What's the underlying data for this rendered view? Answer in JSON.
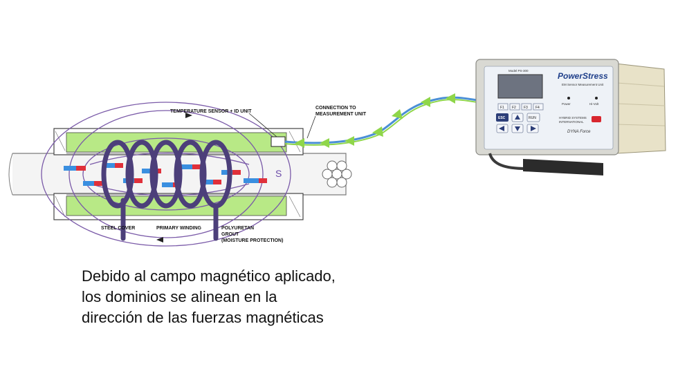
{
  "labels": {
    "temperature_sensor": "TEMPERATURE SENSOR + ID UNIT",
    "connection_line1": "CONNECTION TO",
    "connection_line2": "MEASUREMENT UNIT",
    "steel_cover": "STEEL COVER",
    "primary_winding": "PRIMARY WINDING",
    "polyuretan": "POLYURETAN",
    "grout": "GROUT",
    "moisture": "(MOISTURE PROTECTION)",
    "s_marker": "S"
  },
  "device": {
    "brand": "PowerStress",
    "subtitle": "EM Sensor Measurement Unit",
    "model": "Model PS-300",
    "power": "Power",
    "hi_volt": "Hi-Volt",
    "keys": [
      "F1",
      "F2",
      "F3",
      "F4"
    ],
    "esc": "ESC",
    "run": "RUN",
    "footer_line1": "HYBRID SYSTEMS",
    "footer_line2": "INTERNATIONAL",
    "dyna": "DYNA Force"
  },
  "caption": {
    "line1": "Debido al campo magnético aplicado,",
    "line2": "los dominios se alinean en la",
    "line3": "dirección de las fuerzas magnéticas"
  },
  "colors": {
    "green_fill": "#b8e986",
    "coil": "#5a4a8a",
    "field_line": "#7a5aa8",
    "cable_blue": "#4a8fd6",
    "cable_green": "#8fd64a"
  }
}
